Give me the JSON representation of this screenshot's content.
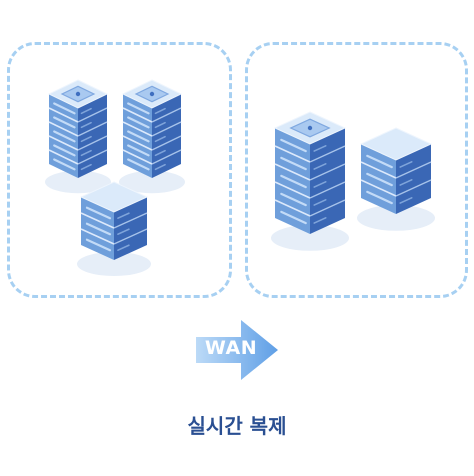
{
  "diagram": {
    "left_site": {
      "server_stacks": 3
    },
    "right_site": {
      "server_stacks": 2
    },
    "link_label": "WAN",
    "caption": "실시간 복제",
    "colors": {
      "dashed_border": "#a7d0f2",
      "server_top": "#dbeafa",
      "server_front": "#6f9fdb",
      "server_side": "#3a67b5",
      "arrow": "#7ab2ec",
      "caption": "#2a4f92"
    }
  }
}
